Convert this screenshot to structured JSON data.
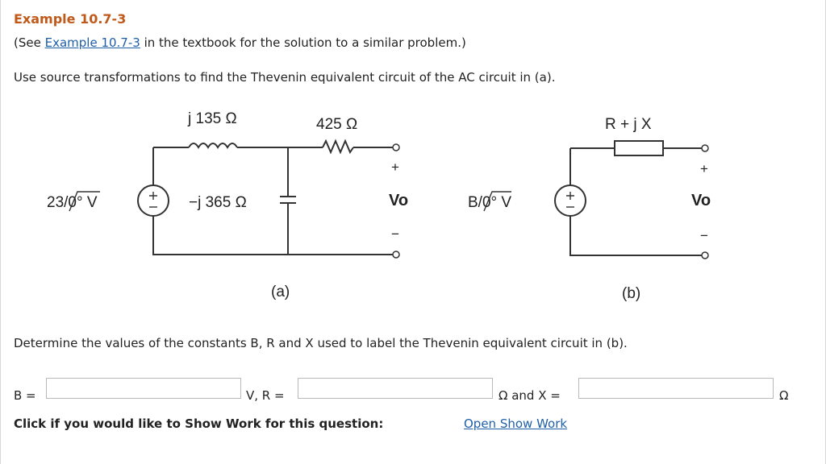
{
  "header": {
    "title": "Example 10.7-3",
    "see_prefix": "(See ",
    "see_link": "Example 10.7-3",
    "see_suffix": " in the textbook for the solution to a similar problem.)"
  },
  "question": {
    "prompt": "Use source transformations to find the Thevenin equivalent circuit of the AC circuit in (a).",
    "determine": "Determine the values of the constants B, R and X used to label the Thevenin equivalent circuit in (b)."
  },
  "circuit_a": {
    "inductor_label": "j 135 Ω",
    "resistor_label": "425 Ω",
    "source_label": "23/0° V",
    "capacitor_label": "−j 365  Ω",
    "output_label": "Vo",
    "plus": "+",
    "minus": "−",
    "caption": "(a)"
  },
  "circuit_b": {
    "impedance_label": "R + j X",
    "source_label": "B/0° V",
    "output_label": "Vo",
    "plus": "+",
    "minus": "−",
    "caption": "(b)"
  },
  "answers": {
    "b_label": "B =",
    "r_label": "V, R =",
    "x_label": "Ω and X =",
    "unit_label": "Ω",
    "b_value": "",
    "r_value": "",
    "x_value": ""
  },
  "footer": {
    "show_work_text": "Click if you would like to Show Work for this question:",
    "show_work_link": "Open Show Work"
  }
}
